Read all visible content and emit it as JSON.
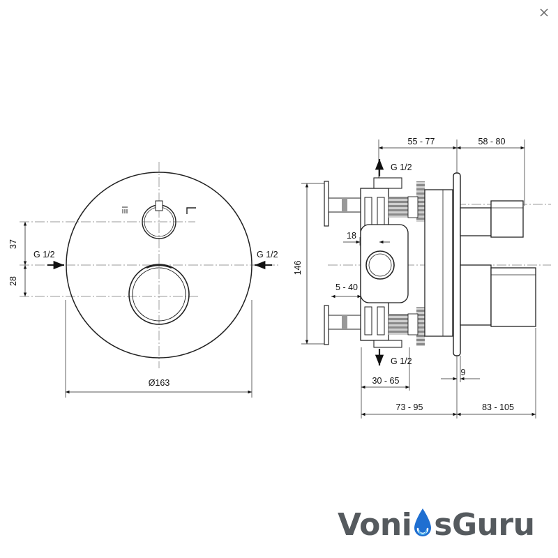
{
  "window": {
    "close_icon": "close-icon"
  },
  "front_view": {
    "labels": {
      "dim_top": "37",
      "dim_bottom": "28",
      "inlet_left": "G 1/2",
      "inlet_right": "G 1/2",
      "diameter": "Ø163"
    },
    "icons": [
      "shower-head-icon",
      "spout-icon"
    ]
  },
  "side_view": {
    "labels": {
      "dim_55_77": "55 - 77",
      "dim_58_80": "58 - 80",
      "outlet_top": "G 1/2",
      "outlet_bottom": "G 1/2",
      "dim_146": "146",
      "dim_18": "18",
      "dim_5_40": "5 - 40",
      "dim_30_65": "30 - 65",
      "dim_9": "9",
      "dim_73_95": "73 - 95",
      "dim_83_105": "83 - 105"
    }
  },
  "brand": {
    "logo_left": "Voni",
    "logo_right": "sGuru",
    "text_color": "#555a5e",
    "drop_colors": [
      "#1f6fd1",
      "#4fb3ec"
    ]
  }
}
